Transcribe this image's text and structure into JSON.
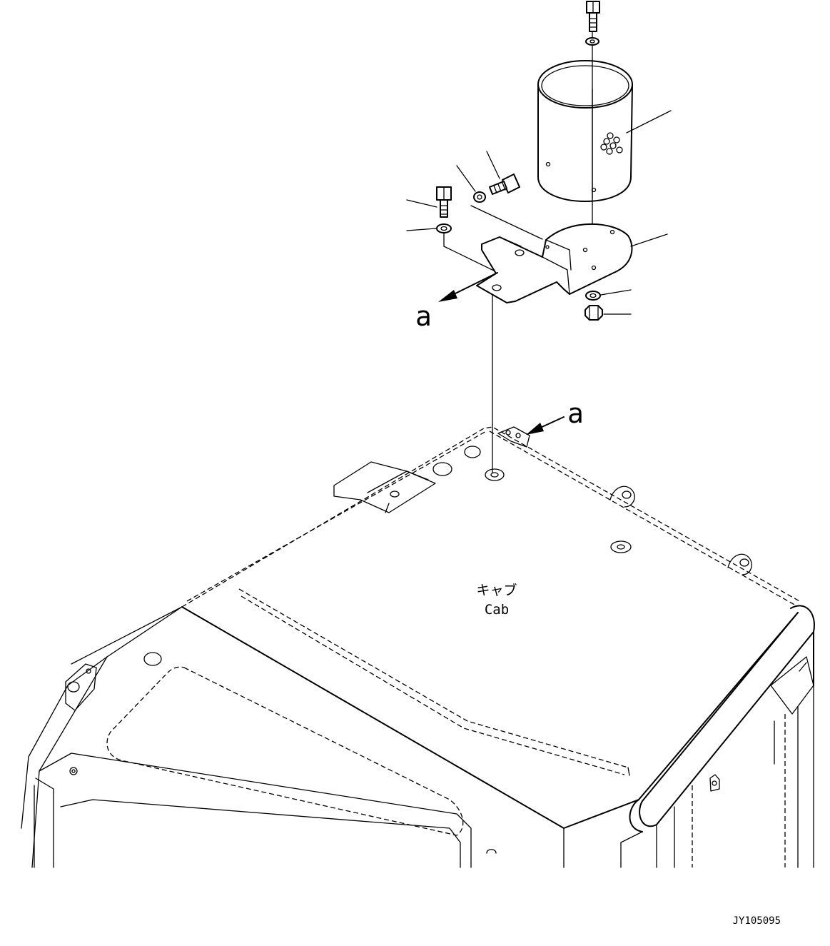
{
  "labels": {
    "view_marker_top": "a",
    "view_marker_bottom": "a",
    "cab_jp": "キャブ",
    "cab_en": "Cab",
    "drawing_id": "JY105095"
  },
  "icons": [
    "cylindrical-beacon-cover",
    "mounting-bracket",
    "bolt",
    "washer",
    "nut",
    "cab-roof"
  ]
}
